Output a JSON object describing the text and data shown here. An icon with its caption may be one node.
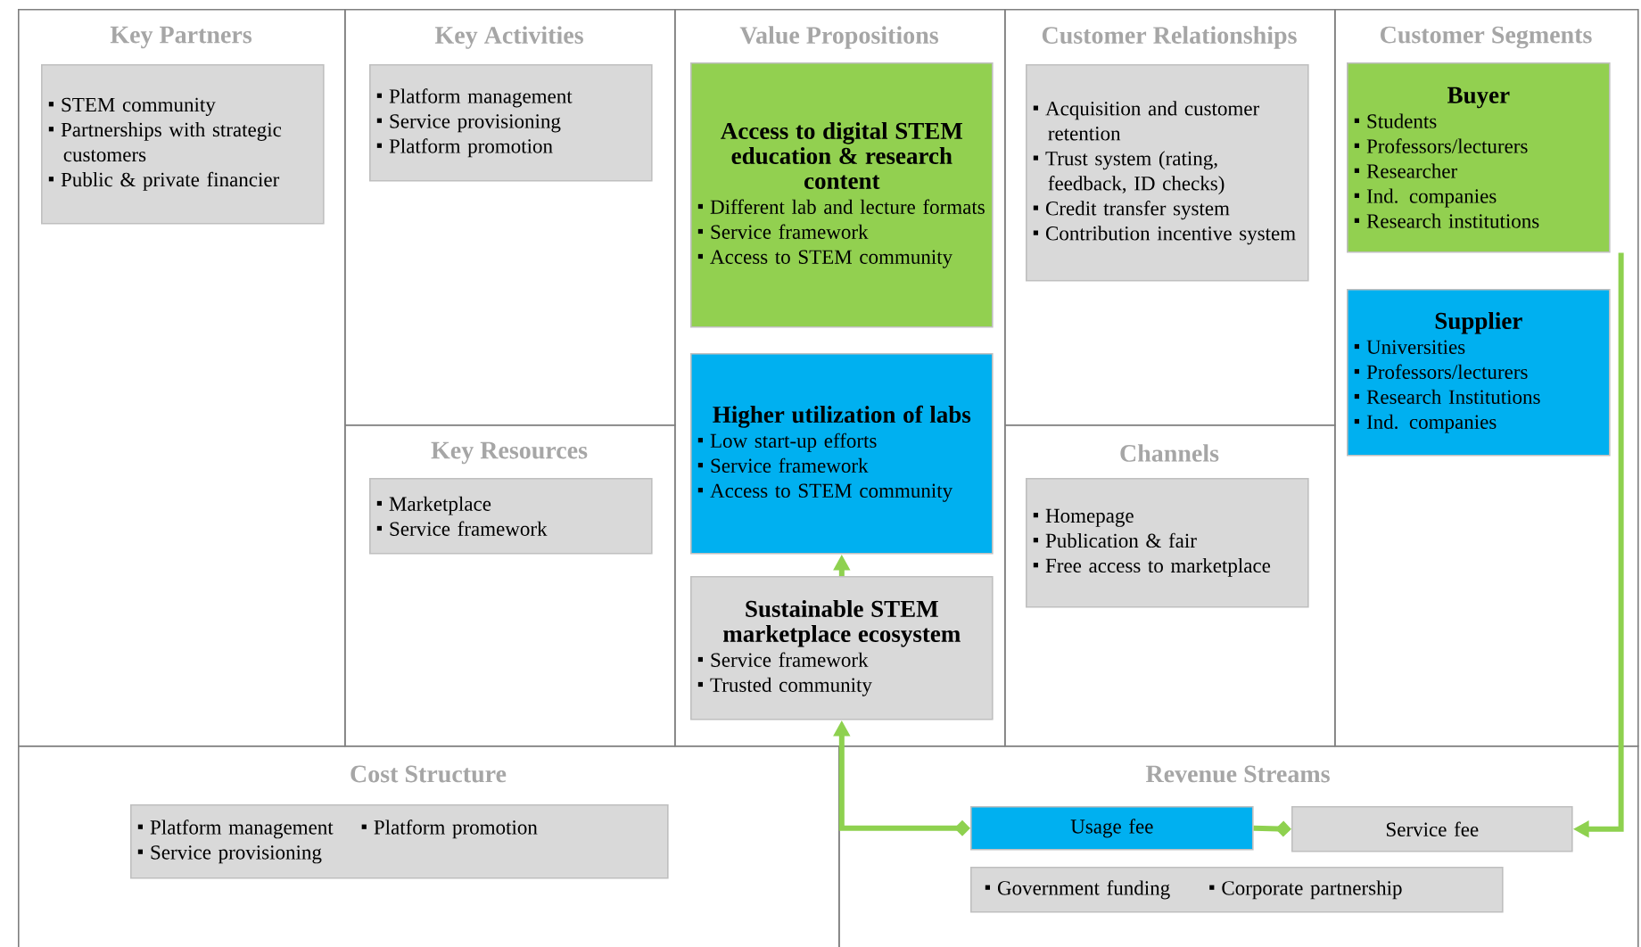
{
  "diagram": {
    "nodes": [
      {
        "text": [
          "Key Partners"
        ]
      },
      {
        "text": [
          "STEM community",
          "Partnerships with strategic customers",
          "Public & private financier"
        ],
        "in": 0
      },
      {
        "text": [
          "Key Activities"
        ]
      },
      {
        "text": [
          "Platform management",
          "Service provisioning",
          "Platform promotion"
        ],
        "in": 2
      },
      {
        "text": [
          "Key Resources"
        ]
      },
      {
        "text": [
          "Marketplace",
          "Service framework"
        ],
        "in": 4
      },
      {
        "text": [
          "Value Propositions"
        ]
      },
      {
        "text": [
          "Access to digital STEM education & research content",
          "Different lab and lecture formats",
          "Service framework",
          "Access to STEM community"
        ],
        "in": 6
      },
      {
        "text": [
          "Higher utilization of labs",
          "Low start-up efforts",
          "Service framework",
          "Access to STEM community"
        ],
        "in": 6
      },
      {
        "text": [
          "Sustainable STEM marketplace ecosystem",
          "Service framework",
          "Trusted community"
        ],
        "in": 6
      },
      {
        "text": [
          "Customer Relationships"
        ]
      },
      {
        "text": [
          "Acquisition and customer retention",
          "Trust system (rating, feedback, ID checks)",
          "Credit transfer system",
          "Contribution incentive system"
        ],
        "in": 10
      },
      {
        "text": [
          "Channels"
        ]
      },
      {
        "text": [
          "Homepage",
          "Publication & fair",
          "Free access to marketplace"
        ],
        "in": 12
      },
      {
        "text": [
          "Customer Segments"
        ]
      },
      {
        "text": [
          "Buyer",
          "Students",
          "Professors/lecturers",
          "Researcher",
          "Ind. companies",
          "Research institutions"
        ],
        "in": 14
      },
      {
        "text": [
          "Supplier",
          "Universities",
          "Professors/lecturers",
          "Research Institutions",
          "Ind. companies"
        ],
        "in": 14
      },
      {
        "text": [
          "Cost Structure"
        ]
      },
      {
        "text": [
          "Platform management",
          "Platform promotion",
          "Service provisioning"
        ],
        "in": 17
      },
      {
        "text": [
          "Revenue Streams"
        ]
      },
      {
        "text": [
          "Usage fee"
        ],
        "in": 19
      },
      {
        "text": [
          "Service fee"
        ],
        "in": 19
      },
      {
        "text": [
          "Government funding",
          "Corporate partnership"
        ],
        "in": 19
      }
    ],
    "edges": [
      {
        "from": 15,
        "to": 21,
        "arrow": "to"
      },
      {
        "from": 20,
        "to": 21,
        "arrow": "other"
      },
      {
        "from": 20,
        "to": 9,
        "arrow": "to"
      },
      {
        "from": 9,
        "to": 8,
        "arrow": "to"
      }
    ]
  }
}
